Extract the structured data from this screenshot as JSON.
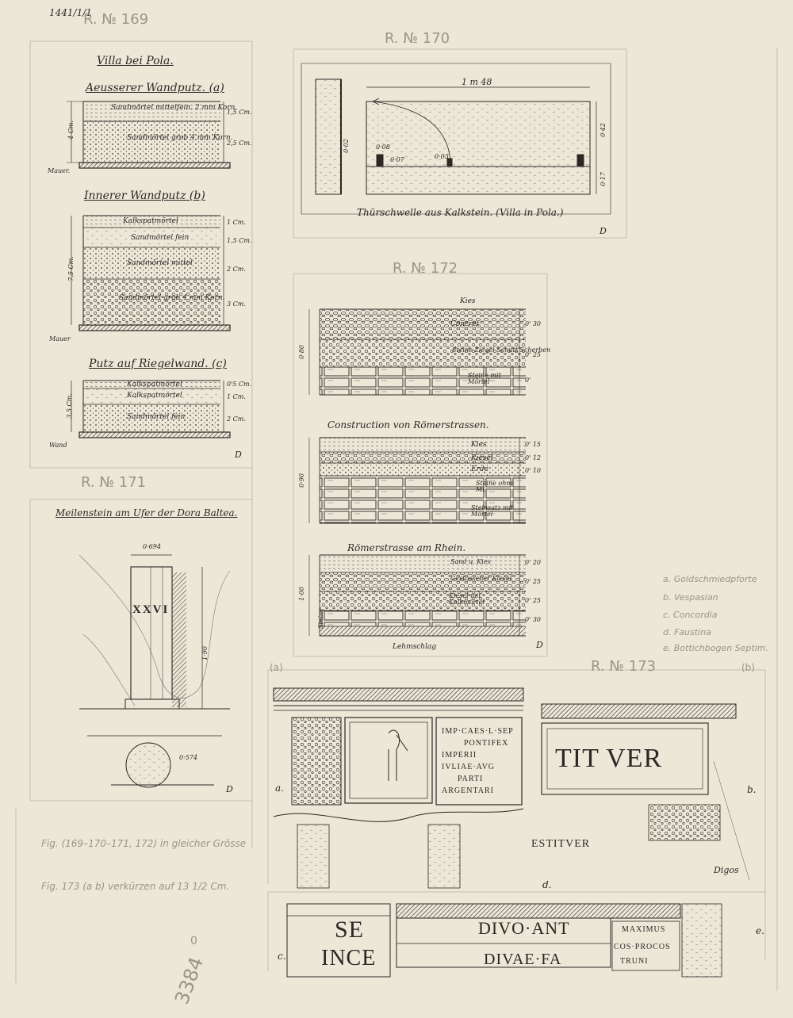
{
  "corner": {
    "tl": "1441/1/1",
    "sheet_no": "3384",
    "zero_mark": "0"
  },
  "fig169": {
    "number": "R. № 169",
    "title": "Villa bei Pola.",
    "a": {
      "title": "Aeusserer Wandputz. (a)",
      "layer1": "Sandmörtel mittelfein. 2 mm Korn.",
      "layer2": "Sandmörtel grob 4 mm Korn.",
      "dim1": "1,5 Cm.",
      "dim2": "2,5 Cm.",
      "total": "4 Cm.",
      "base": "Mauer."
    },
    "b": {
      "title": "Innerer Wandputz (b)",
      "layer1": "Kalkspatmörtel",
      "layer2": "Sandmörtel fein",
      "layer3": "Sandmörtel mittel",
      "layer4": "Sandmörtel grob 4 mm Korn.",
      "dim1": "1 Cm.",
      "dim2": "1,5 Cm.",
      "dim3": "2 Cm.",
      "dim4": "3 Cm.",
      "total": "7,5 Cm.",
      "base": "Mauer"
    },
    "c": {
      "title": "Putz auf Riegelwand. (c)",
      "layer1": "Kalkspatmörtel",
      "layer2": "Kalkspatmörtel",
      "layer3": "Sandmörtel fein",
      "dim1": "0'5 Cm.",
      "dim2": "1 Cm.",
      "dim3": "2 Cm.",
      "total": "3,5 Cm.",
      "base": "Wand"
    },
    "sign": "D"
  },
  "fig170": {
    "number": "R. № 170",
    "caption": "Thürschwelle aus Kalkstein. (Villa in Pola.)",
    "width": "1 m 48",
    "d1": "0·02",
    "d2": "0·08",
    "d3": "0·07",
    "d4": "0·03",
    "d5": "0·42",
    "d6": "0·17",
    "sign": "D"
  },
  "fig171": {
    "number": "R. № 171",
    "title": "Meilenstein am Ufer der Dora Baltea.",
    "numeral": "XXVI",
    "width": "0·694",
    "height": "1·90",
    "base": "0·574",
    "sign": "D"
  },
  "fig172": {
    "number": "R. № 172",
    "s1": {
      "top": "Kies",
      "l1": "Concret",
      "l2": "Steine Ziegel Schutt Scherben",
      "l3": "Steine mit Mörtel",
      "d1": "0' 30",
      "d2": "0' 25",
      "d3": "0'",
      "total": "0·80"
    },
    "s2": {
      "title": "Construction von Römerstrassen.",
      "l1": "Kies",
      "l2": "Kiesel",
      "l3": "Erde",
      "l4": "Steine ohne Mt.",
      "l5": "Steinsatz mit Mörtel",
      "d1": "0' 15",
      "d2": "0' 12",
      "d3": "0' 10",
      "total": "0·90"
    },
    "s3": {
      "title": "Römerstrasse am Rhein.",
      "l1": "Sand u. Kies",
      "l2": "Gestossener Kiesel",
      "l3": "Kiesel mit Kalkmörtel",
      "d1": "0' 20",
      "d2": "0' 25",
      "d3": "0' 25",
      "d4": "0' 30",
      "total": "1·00",
      "bottom": "Lehmschlag",
      "side": "Steine"
    },
    "sign": "D"
  },
  "fig173": {
    "number": "R. № 173",
    "tag_a": "(a)",
    "tag_b": "(b)",
    "a": {
      "label": "a.",
      "l1": "IMP·CAES·L·SEP",
      "l2": "PONTIFEX",
      "l3": "IMPERII",
      "l4": "IVLIAE·AVG",
      "l5": "PARTI",
      "l6": "ARGENTARI"
    },
    "b": {
      "label": "b.",
      "text": "TIT VER"
    },
    "c": {
      "label": "c.",
      "l1": "SE",
      "l2": "INCE"
    },
    "d": {
      "label": "d.",
      "text": "ESTITVER"
    },
    "e": {
      "label": "e.",
      "l1": "DIVO·ANT",
      "l2": "DIVAE·FA",
      "l3": "MAXIMUS",
      "l4": "COS·PROCOS",
      "l5": "TRUNI"
    },
    "sign": "Digos"
  },
  "legend": {
    "a": "a. Goldschmiedpforte",
    "b": "b. Vespasian",
    "c": "c. Concordia",
    "d": "d. Faustina",
    "e": "e. Bottichbogen Septim."
  },
  "notes": {
    "n1": "Fig. (169–170–171, 172) in gleicher Grösse",
    "n2": "Fig. 173 (a b) verkürzen auf 13 1/2 Cm."
  }
}
